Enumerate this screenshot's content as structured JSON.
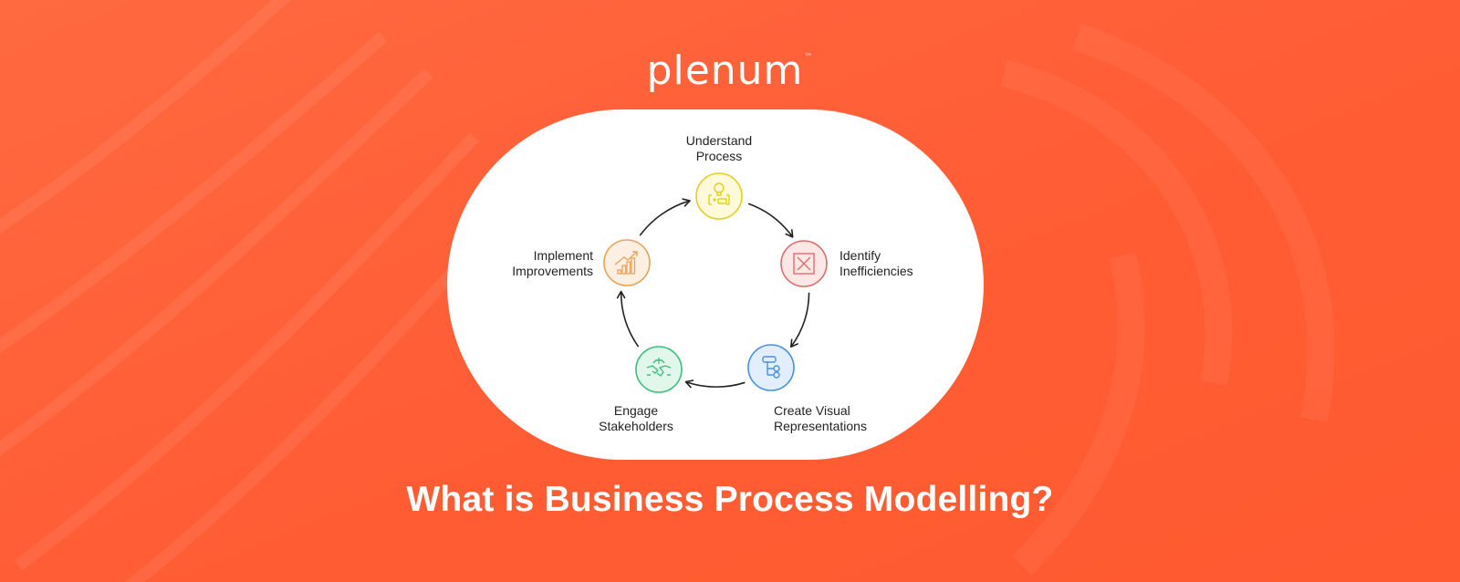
{
  "brand": {
    "logo_text": "plenum",
    "trademark": "™"
  },
  "title": "What is Business Process Modelling?",
  "colors": {
    "background": "#ff5f36",
    "card": "#ffffff",
    "text": "#222222",
    "arrow": "#222222"
  },
  "cycle": {
    "steps": [
      {
        "line1": "Understand",
        "line2": "Process",
        "icon": "lightbulb-flow-icon",
        "color": "#e3cf1e",
        "fill": "#fdf9da"
      },
      {
        "line1": "Identify",
        "line2": "Inefficiencies",
        "icon": "x-square-icon",
        "color": "#e06b6b",
        "fill": "#fde8e6"
      },
      {
        "line1": "Create Visual",
        "line2": "Representations",
        "icon": "flowchart-icon",
        "color": "#4a8fe0",
        "fill": "#e3eefc"
      },
      {
        "line1": "Engage",
        "line2": "Stakeholders",
        "icon": "handshake-globe-icon",
        "color": "#3cbf7a",
        "fill": "#e2f7ec"
      },
      {
        "line1": "Implement",
        "line2": "Improvements",
        "icon": "growth-chart-icon",
        "color": "#e8a35a",
        "fill": "#fdf0e2"
      }
    ]
  }
}
